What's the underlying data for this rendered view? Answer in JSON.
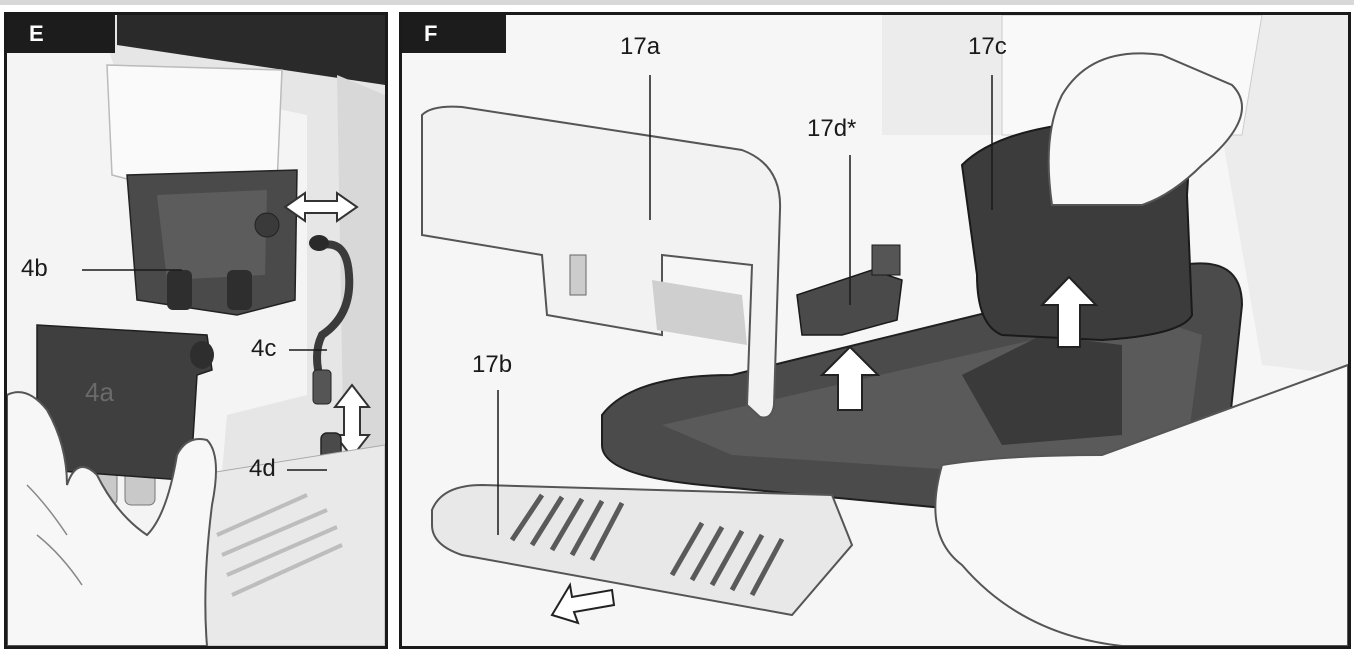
{
  "panels": {
    "e": {
      "tab": "E",
      "labels": {
        "p4a": "4a",
        "p4b": "4b",
        "p4c": "4c",
        "p4d": "4d"
      }
    },
    "f": {
      "tab": "F",
      "labels": {
        "p17a": "17a",
        "p17b": "17b",
        "p17c": "17c",
        "p17d": "17d*"
      }
    }
  },
  "colors": {
    "frame": "#1a1a1a",
    "part_dark": "#3a3a3a",
    "part_light": "#eeeeee",
    "background": "#f4f4f4",
    "arrow_fill": "#ffffff"
  },
  "icons": [
    "double-arrow-horizontal-icon",
    "double-arrow-vertical-icon",
    "up-arrow-icon",
    "down-right-arrow-icon",
    "hand-icon"
  ]
}
